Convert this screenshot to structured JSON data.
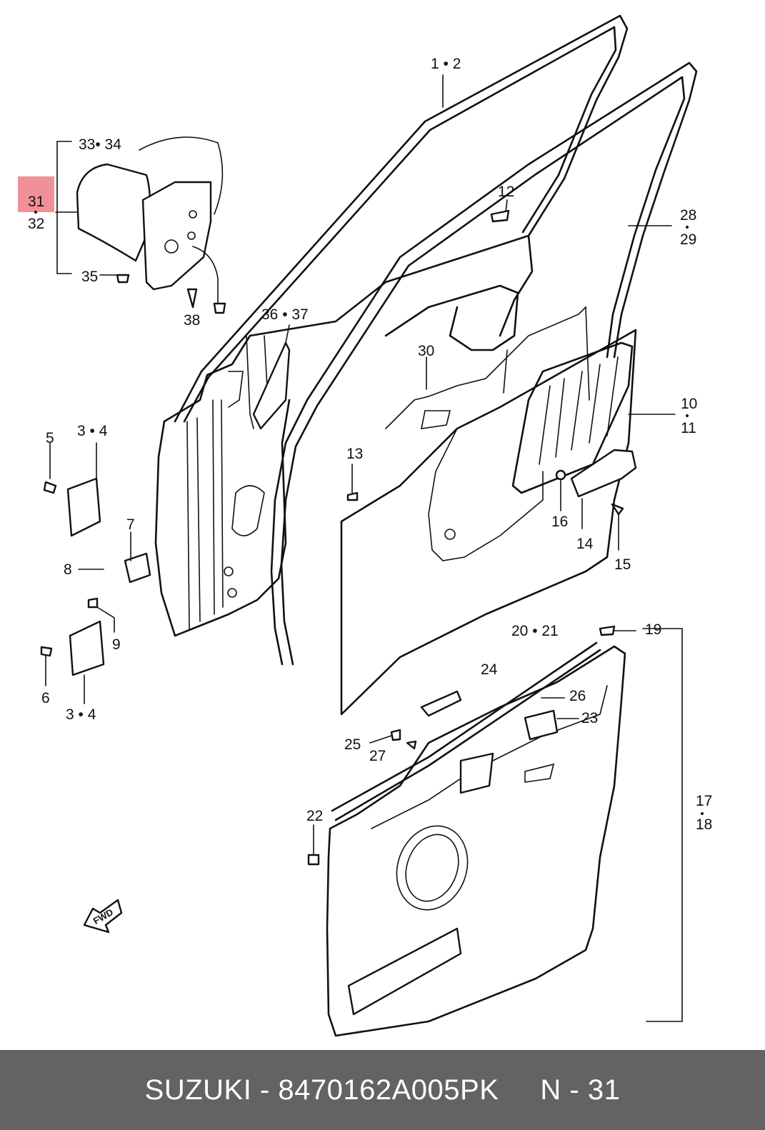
{
  "diagram": {
    "labels": {
      "l1_2": "1 • 2",
      "l12": "12",
      "l28": "28",
      "l29": "29",
      "l33_34": "33• 34",
      "l31": "31",
      "l32": "32",
      "l35": "35",
      "l38": "38",
      "l36_37": "36 • 37",
      "l30": "30",
      "l10": "10",
      "l11": "11",
      "l5": "5",
      "l3_4_top": "3 • 4",
      "l13": "13",
      "l16": "16",
      "l14": "14",
      "l15": "15",
      "l7": "7",
      "l8": "8",
      "l9": "9",
      "l6": "6",
      "l3_4_bottom": "3 • 4",
      "l20_21": "20 • 21",
      "l19": "19",
      "l24": "24",
      "l26": "26",
      "l23": "23",
      "l25": "25",
      "l27": "27",
      "l22": "22",
      "l17": "17",
      "l18": "18",
      "fwd": "FWD"
    },
    "highlight_color": "#f07d85"
  },
  "footer": {
    "text": "SUZUKI - 8470162A005PK     N - 31",
    "background": "#636363"
  }
}
